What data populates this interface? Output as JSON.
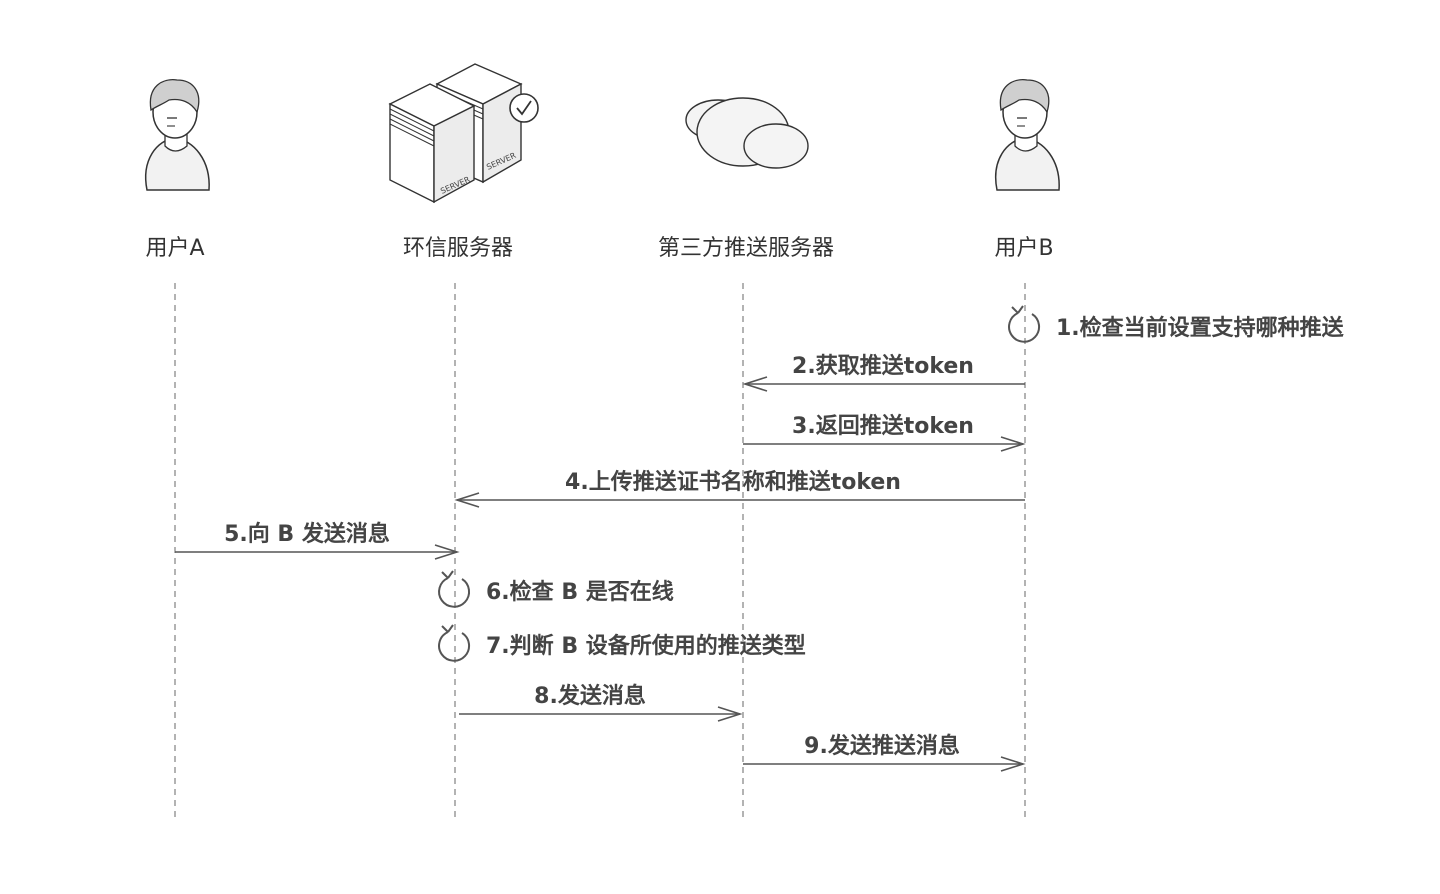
{
  "actors": [
    {
      "id": "userA",
      "label": "用户A",
      "icon": "person-icon"
    },
    {
      "id": "server",
      "label": "环信服务器",
      "icon": "server-icon"
    },
    {
      "id": "push",
      "label": "第三方推送服务器",
      "icon": "cloud-icon"
    },
    {
      "id": "userB",
      "label": "用户B",
      "icon": "person-icon"
    }
  ],
  "server_icon_text": "SERVER",
  "messages": [
    {
      "step": 1,
      "label": "1.检查当前设置支持哪种推送",
      "type": "self",
      "actor": 3
    },
    {
      "step": 2,
      "label": "2.获取推送token",
      "type": "arrow",
      "from": 3,
      "to": 2
    },
    {
      "step": 3,
      "label": "3.返回推送token",
      "type": "arrow",
      "from": 2,
      "to": 3
    },
    {
      "step": 4,
      "label": "4.上传推送证书名称和推送token",
      "type": "arrow",
      "from": 3,
      "to": 1
    },
    {
      "step": 5,
      "label": "5.向 B 发送消息",
      "type": "arrow",
      "from": 0,
      "to": 1
    },
    {
      "step": 6,
      "label": "6.检查 B 是否在线",
      "type": "self",
      "actor": 1
    },
    {
      "step": 7,
      "label": "7.判断 B 设备所使用的推送类型",
      "type": "self",
      "actor": 1
    },
    {
      "step": 8,
      "label": "8.发送消息",
      "type": "arrow",
      "from": 1,
      "to": 2
    },
    {
      "step": 9,
      "label": "9.发送推送消息",
      "type": "arrow",
      "from": 2,
      "to": 3
    }
  ]
}
